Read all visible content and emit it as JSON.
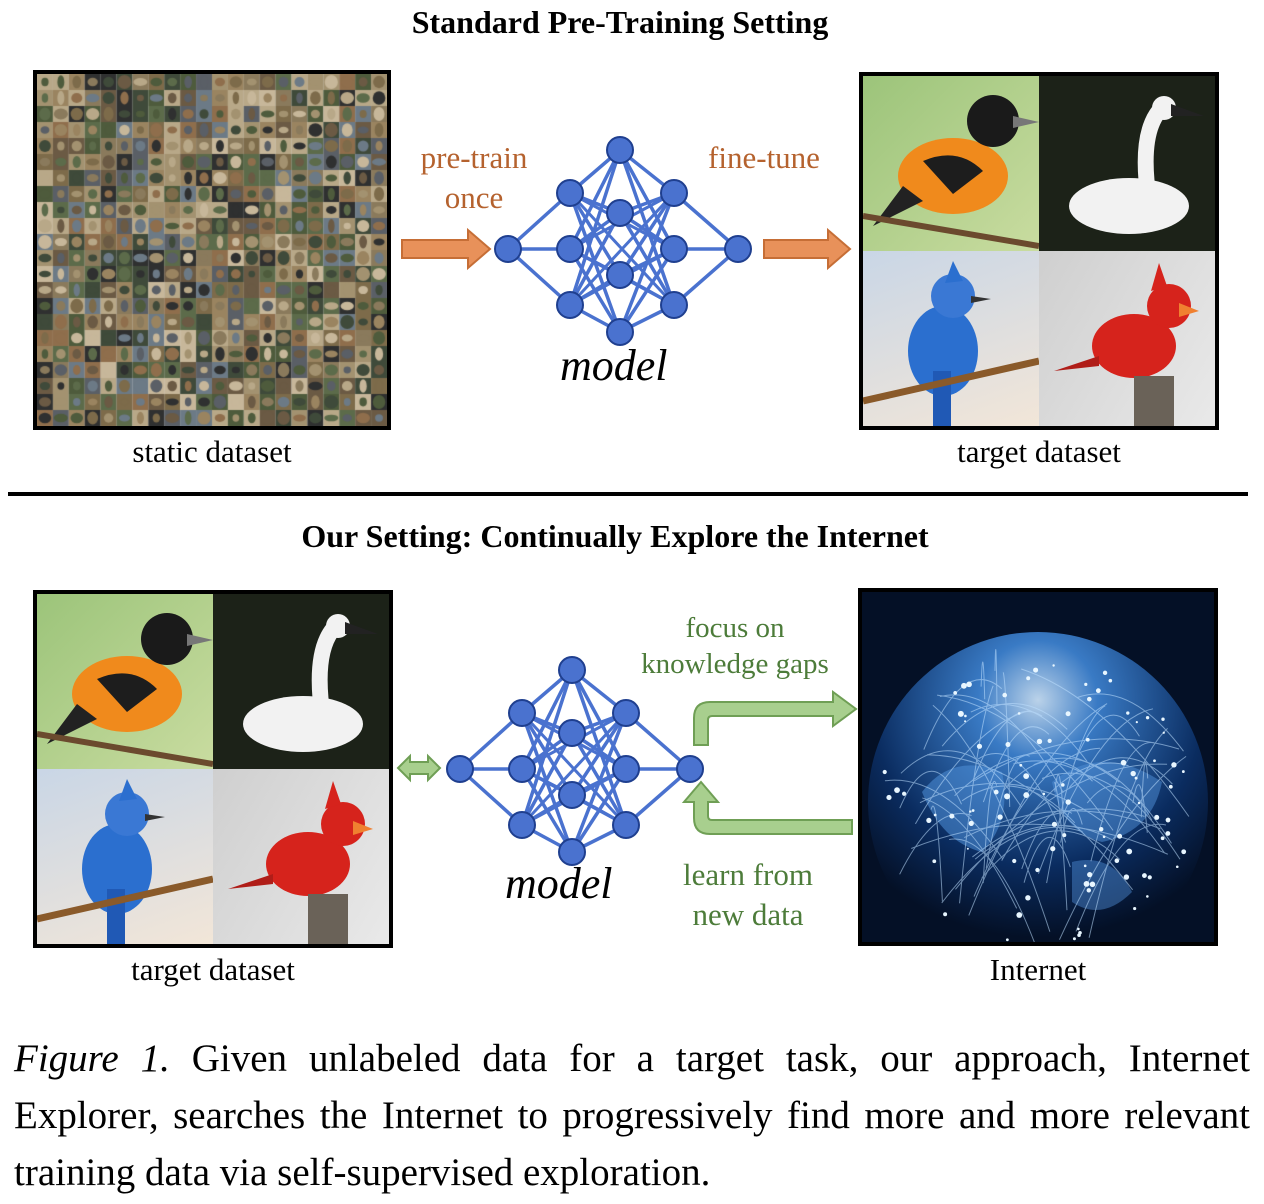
{
  "top": {
    "title": "Standard Pre-Training Setting",
    "static_label": "static dataset",
    "target_label": "target dataset",
    "pretrain_line1": "pre-train",
    "pretrain_line2": "once",
    "finetune": "fine-tune",
    "model_label": "model"
  },
  "bottom": {
    "title": "Our Setting: Continually Explore the Internet",
    "target_label": "target dataset",
    "internet_label": "Internet",
    "focus_line1": "focus on",
    "focus_line2": "knowledge gaps",
    "learn_line1": "learn from",
    "learn_line2": "new data",
    "model_label": "model"
  },
  "caption": {
    "figure_label": "Figure 1.",
    "text": " Given unlabeled data for a target task, our approach, Internet Explorer, searches the Internet to progressively find more and more relevant training data via self-supervised exploration."
  },
  "colors": {
    "node": "#4a72cf",
    "edge": "#4a72cf",
    "arrow_brown": "#e8915a",
    "arrow_green": "#a8cf8e",
    "label_brown": "#b5622e",
    "label_green": "#4d7c3a"
  },
  "icons": {
    "bird_1": "oriole-image",
    "bird_2": "swan-image",
    "bird_3": "blue-jay-image",
    "bird_4": "cardinal-image",
    "internet": "globe-network-image"
  }
}
